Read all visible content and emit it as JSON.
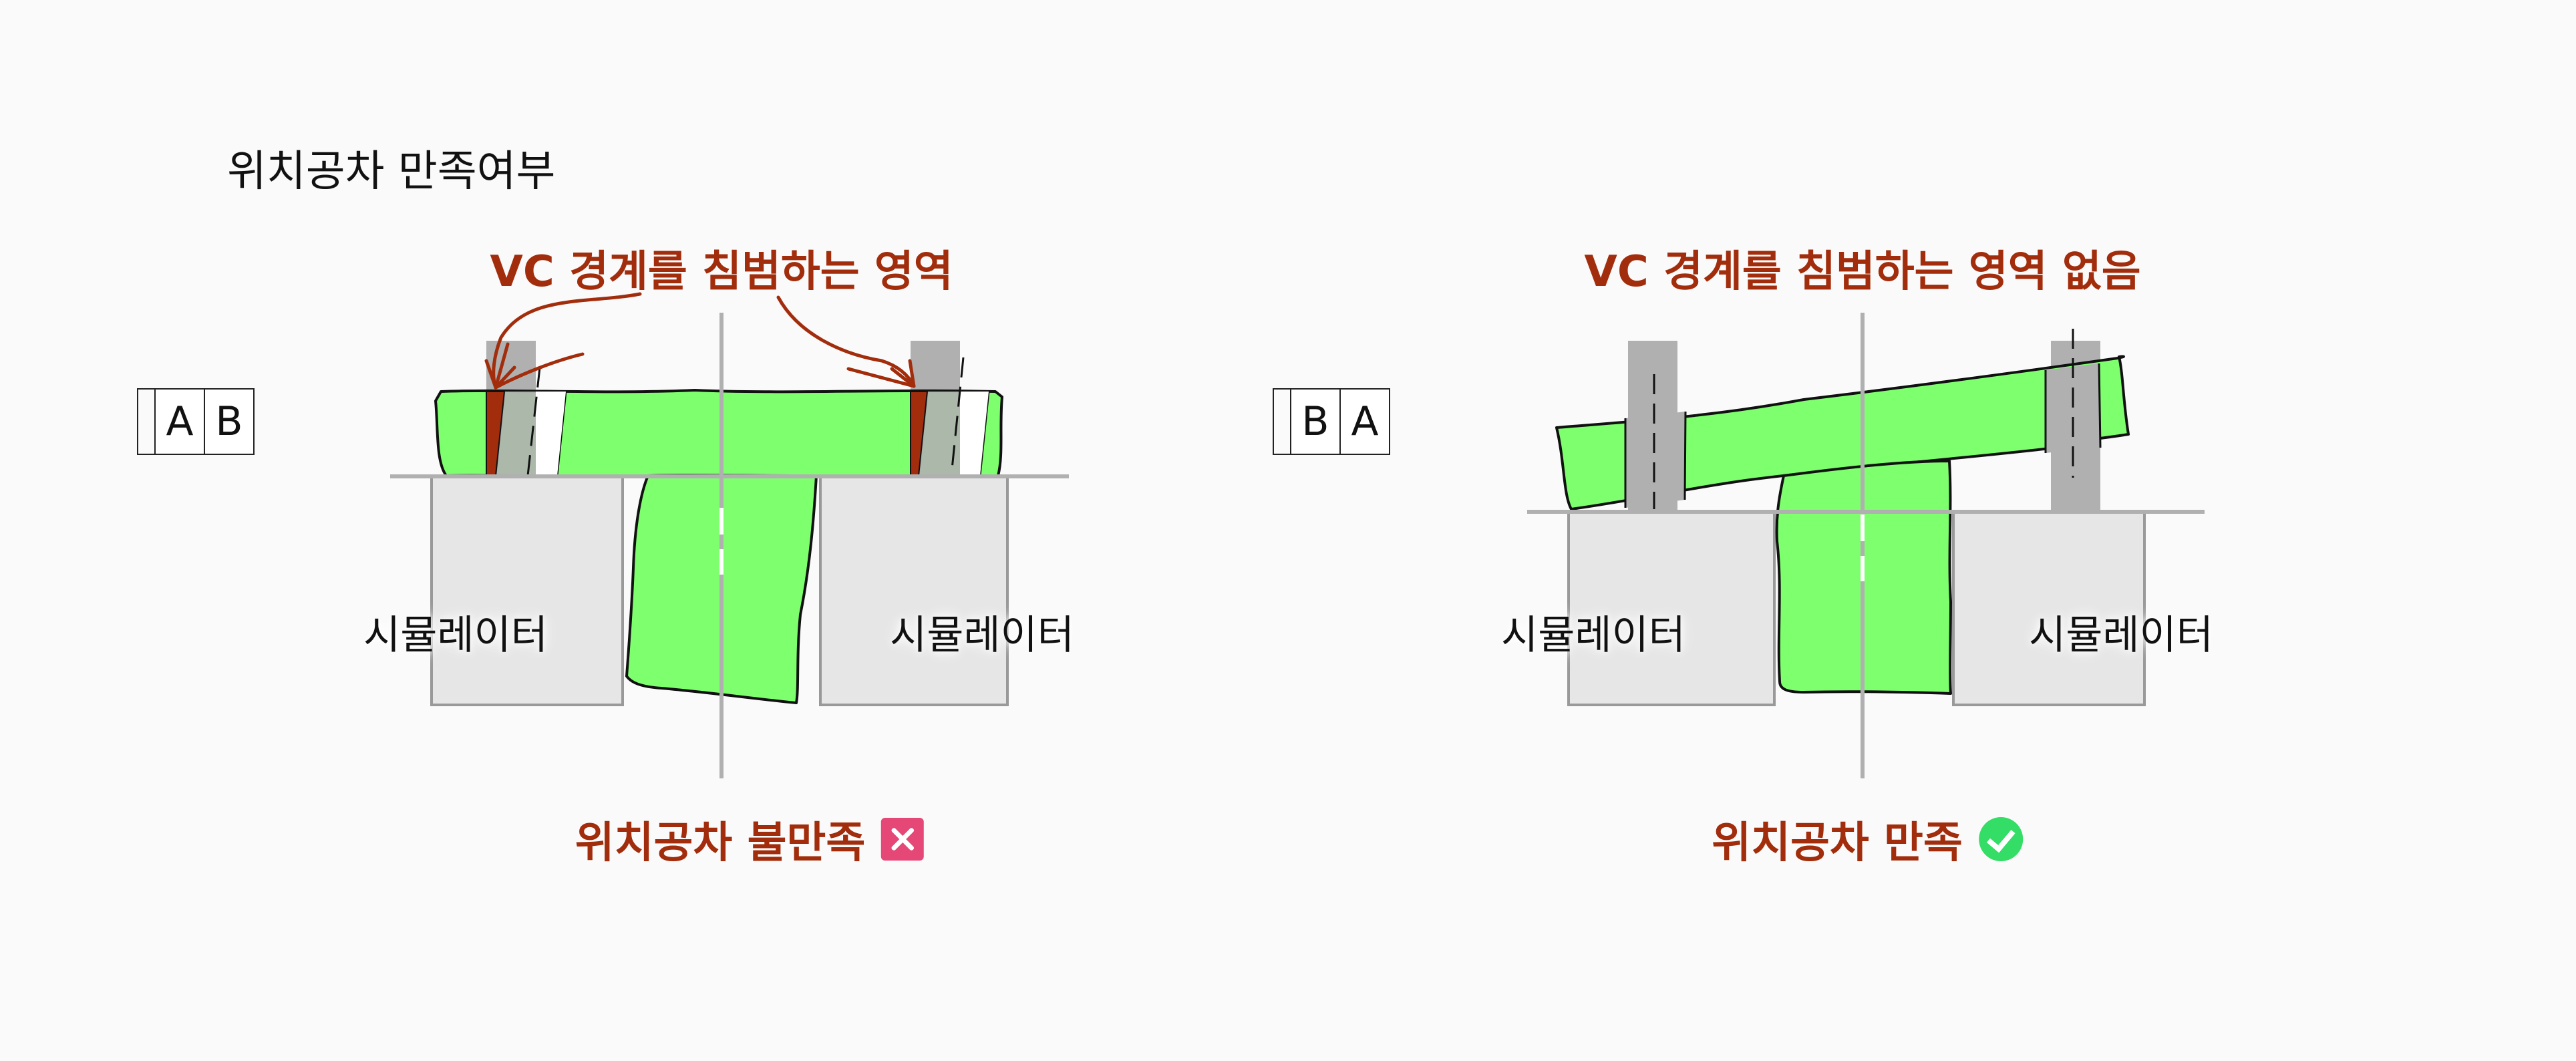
{
  "title": "위치공차 만족여부",
  "left": {
    "callout": "VC 경계를 침범하는 영역",
    "frame": [
      "A",
      "B"
    ],
    "simulator_left": "시뮬레이터",
    "simulator_right": "시뮬레이터",
    "result": "위치공차 불만족",
    "result_icon": "x-mark-icon"
  },
  "right": {
    "callout": "VC 경계를 침범하는 영역 없음",
    "frame": [
      "B",
      "A"
    ],
    "simulator_left": "시뮬레이터",
    "simulator_right": "시뮬레이터",
    "result": "위치공차 만족",
    "result_icon": "check-icon"
  },
  "colors": {
    "part": "#7dff6e",
    "violation": "#a22d0c",
    "simulator": "#e6e6e6",
    "vc_boundary": "#b0b0b0",
    "callout_text": "#a22d0c",
    "fail_icon": "#e54877",
    "pass_icon": "#33dd66"
  }
}
